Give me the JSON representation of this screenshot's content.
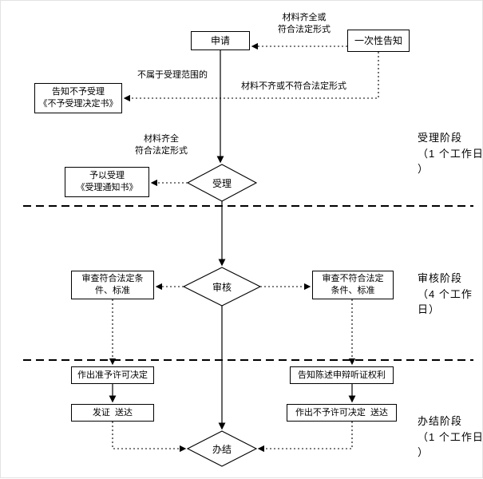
{
  "nodes": {
    "apply": "申请",
    "one_time_notice": "一次性告知",
    "reject_notice": "告知不予受理\n《不予受理决定书》",
    "accept_notice": "予以受理\n《受理通知书》",
    "accept_diamond": "受理",
    "review_diamond": "审核",
    "finish_diamond": "办结",
    "review_pass": "审查符合法定条\n件、标准",
    "review_fail": "审查不符合法定\n条件、标准",
    "decide_grant": "作出准予许可决定",
    "issue_deliver": "发证  送达",
    "notify_rights": "告知陈述申辩听证权利",
    "decide_deny": "作出不予许可决定  送达"
  },
  "edge_labels": {
    "materials_complete_top": "材料齐全或\n符合法定形式",
    "not_in_scope": "不属于受理范围的",
    "materials_incomplete": "材料不齐或不符合法定形式",
    "materials_complete_left": "材料齐全\n符合法定形式"
  },
  "stages": {
    "stage1": "受理阶段\n（1 个工作日\n）",
    "stage2": "审核阶段\n（4 个工作日）",
    "stage3": "办结阶段\n（1 个工作日\n）"
  }
}
